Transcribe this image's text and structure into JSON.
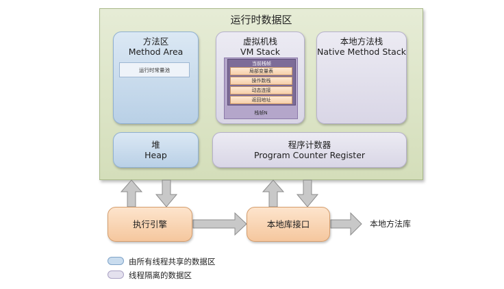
{
  "runtime_data_area": {
    "title": "运行时数据区"
  },
  "method_area": {
    "title_cn": "方法区",
    "title_en": "Method Area",
    "constant_pool": "运行时常量池"
  },
  "vm_stack": {
    "title_cn": "虚拟机栈",
    "title_en": "VM Stack",
    "current_frame": "当前栈帧",
    "frame_items": [
      "局部变量表",
      "操作数栈",
      "动态连接",
      "返回地址"
    ],
    "frame_n": "栈帧N"
  },
  "native_method_stack": {
    "title_cn": "本地方法栈",
    "title_en": "Native Method Stack"
  },
  "heap": {
    "title_cn": "堆",
    "title_en": "Heap"
  },
  "pc_register": {
    "title_cn": "程序计数器",
    "title_en": "Program Counter Register"
  },
  "execution_engine": {
    "label": "执行引擎"
  },
  "native_interface": {
    "label": "本地库接口"
  },
  "native_library": {
    "label": "本地方法库"
  },
  "legend": [
    {
      "label": "由所有线程共享的数据区",
      "color": "#c9dcee"
    },
    {
      "label": "线程隔离的数据区",
      "color": "#e4e1ee"
    }
  ],
  "colors": {
    "runtime_area": "#d9e2c3",
    "shared_box": "#c5d9ec",
    "private_box": "#e1deeb",
    "component_box": "#f8d2b0",
    "arrow": "#c8c8c8"
  }
}
